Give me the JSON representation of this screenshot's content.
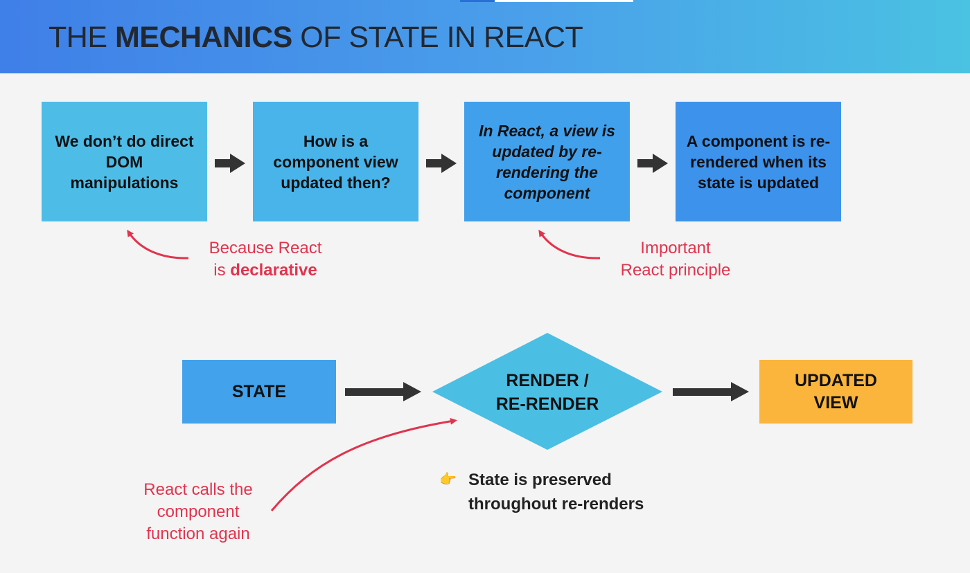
{
  "title": {
    "part1": "THE ",
    "bold": "MECHANICS",
    "part2": " OF STATE IN REACT"
  },
  "flow": {
    "steps": [
      "We don’t do direct DOM manipulations",
      "How is a component view updated then?",
      "In React, a view is updated by re-rendering the component",
      "A component is re-rendered when its state is updated"
    ]
  },
  "notes": {
    "declarative": {
      "line1": "Because React",
      "line2_prefix": "is ",
      "line2_bold": "declarative"
    },
    "principle": {
      "line1": "Important",
      "line2": "React principle"
    },
    "calls": {
      "line1": "React calls the",
      "line2": "component",
      "line3": "function again"
    }
  },
  "cycle": {
    "state": "STATE",
    "render_line1": "RENDER /",
    "render_line2": "RE-RENDER",
    "view_line1": "UPDATED",
    "view_line2": "VIEW"
  },
  "tip": {
    "icon": "pointing-hand-icon",
    "glyph": "👉",
    "line1": "State is preserved",
    "line2": "throughout re-renders"
  },
  "colors": {
    "accent_red": "#e0344e",
    "arrow": "#333333",
    "view_orange": "#fbb53c",
    "render_diamond": "#4bbee3"
  }
}
